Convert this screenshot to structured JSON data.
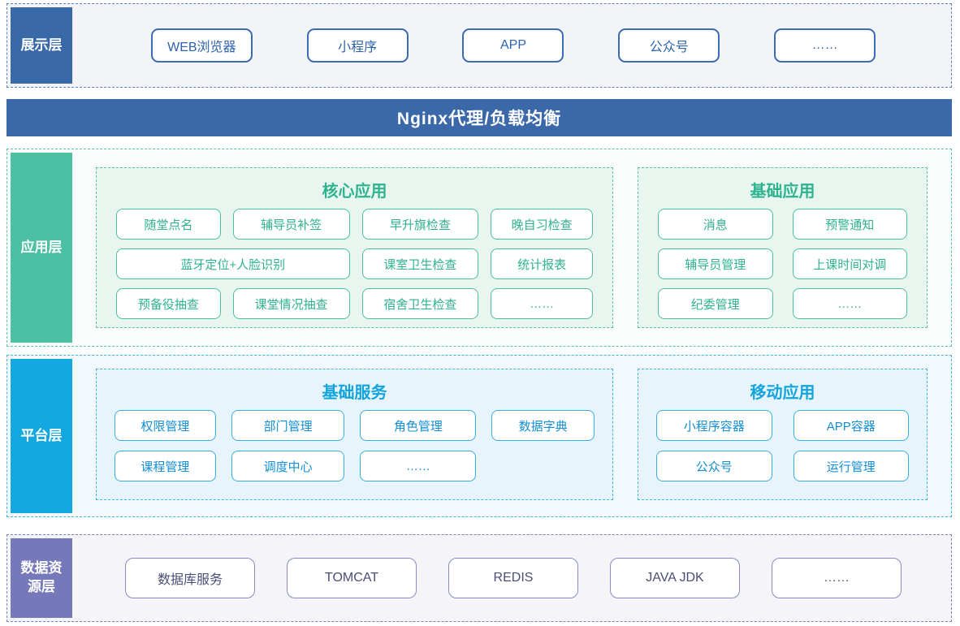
{
  "colors": {
    "presentation_blue": "#3a69a9",
    "banner_blue": "#3a68a8",
    "application_green": "#4cc0a2",
    "platform_cyan": "#14a8e1",
    "data_purple": "#7679b9"
  },
  "presentation": {
    "label": "展示层",
    "items": [
      "WEB浏览器",
      "小程序",
      "APP",
      "公众号",
      "……"
    ]
  },
  "banner": {
    "title": "Nginx代理/负载均衡"
  },
  "application": {
    "label": "应用层",
    "core": {
      "title": "核心应用",
      "items": {
        "r1": [
          "随堂点名",
          "辅导员补签",
          "早升旗检查",
          "晚自习检查"
        ],
        "r2": [
          "蓝牙定位+人脸识别",
          "课室卫生检查",
          "统计报表"
        ],
        "r3": [
          "预备役抽查",
          "课堂情况抽查",
          "宿舍卫生检查",
          "……"
        ]
      }
    },
    "basic": {
      "title": "基础应用",
      "items": {
        "r1": [
          "消息",
          "预警通知"
        ],
        "r2": [
          "辅导员管理",
          "上课时间对调"
        ],
        "r3": [
          "纪委管理",
          "……"
        ]
      }
    }
  },
  "platform": {
    "label": "平台层",
    "services": {
      "title": "基础服务",
      "items": {
        "r1": [
          "权限管理",
          "部门管理",
          "角色管理",
          "数据字典"
        ],
        "r2": [
          "课程管理",
          "调度中心",
          "……"
        ]
      }
    },
    "mobile": {
      "title": "移动应用",
      "items": {
        "r1": [
          "小程序容器",
          "APP容器"
        ],
        "r2": [
          "公众号",
          "运行管理"
        ]
      }
    }
  },
  "data_layer": {
    "label": "数据资源层",
    "label_lines": [
      "数据资",
      "源层"
    ],
    "items": [
      "数据库服务",
      "TOMCAT",
      "REDIS",
      "JAVA JDK",
      "……"
    ]
  }
}
